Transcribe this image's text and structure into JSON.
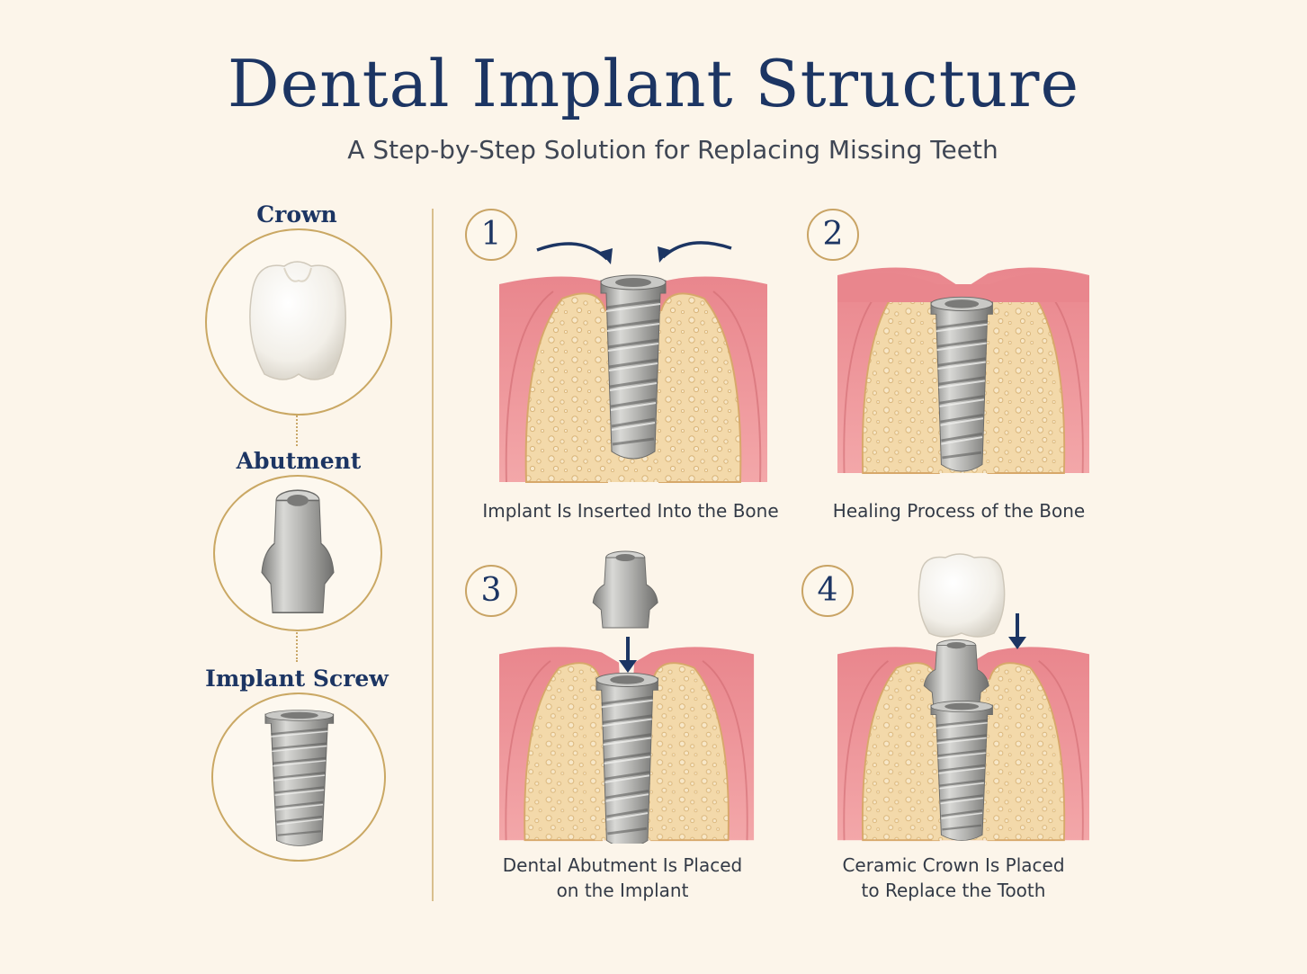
{
  "header": {
    "title": "Dental Implant Structure",
    "subtitle": "A Step-by-Step Solution for Replacing Missing Teeth"
  },
  "components": [
    {
      "label": "Crown",
      "icon": "crown-icon"
    },
    {
      "label": "Abutment",
      "icon": "abutment-icon"
    },
    {
      "label": "Implant Screw",
      "icon": "implant-screw-icon"
    }
  ],
  "steps": [
    {
      "number": "1",
      "caption_line1": "Implant Is Inserted Into the Bone",
      "caption_line2": ""
    },
    {
      "number": "2",
      "caption_line1": "Healing Process of the Bone",
      "caption_line2": ""
    },
    {
      "number": "3",
      "caption_line1": "Dental Abutment Is Placed",
      "caption_line2": "on the Implant"
    },
    {
      "number": "4",
      "caption_line1": "Ceramic Crown Is Placed",
      "caption_line2": "to Replace the Tooth"
    }
  ],
  "colors": {
    "background": "#fcf5ea",
    "title": "#1c3563",
    "gold": "#caa864",
    "gum": "#e7838a",
    "bone": "#f2d7a6",
    "metal": "#a9a9a6"
  }
}
